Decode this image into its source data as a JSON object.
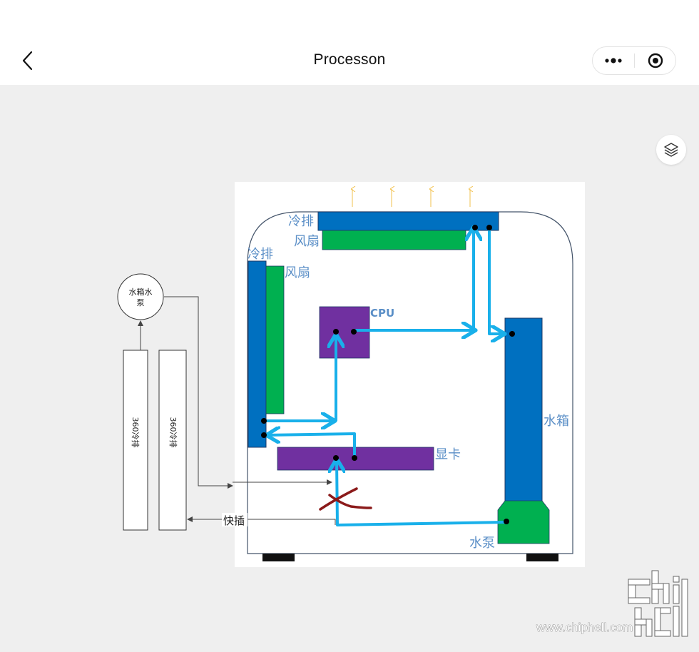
{
  "header": {
    "title": "Processon",
    "icons": {
      "back": "chevron-left-icon",
      "more": "more-dots-icon",
      "close": "target-close-icon",
      "layers": "layers-icon"
    }
  },
  "diagram": {
    "radiator_top_label": "冷排",
    "fan_top_label": "风扇",
    "radiator_left_label": "冷排",
    "fan_left_label": "风扇",
    "cpu_label": "CPU",
    "gpu_label": "显卡",
    "reservoir_label": "水箱",
    "pump_label": "水泵",
    "external_reservoir_pump_label_line1": "水箱水",
    "external_reservoir_pump_label_line2": "泵",
    "external_radiator_1_label": "360冷排",
    "external_radiator_2_label": "360冷排",
    "quick_connect_label": "快插"
  },
  "watermark": {
    "text": "www.chiphell.com",
    "logo": "chiphell-logo"
  },
  "colors": {
    "blue_block": "#0070c0",
    "green_block": "#00b050",
    "purple_block": "#7030a0",
    "flow_arrow": "#19b0ea",
    "label_blue": "#5b8fc7",
    "x_mark": "#8b1a1a"
  }
}
